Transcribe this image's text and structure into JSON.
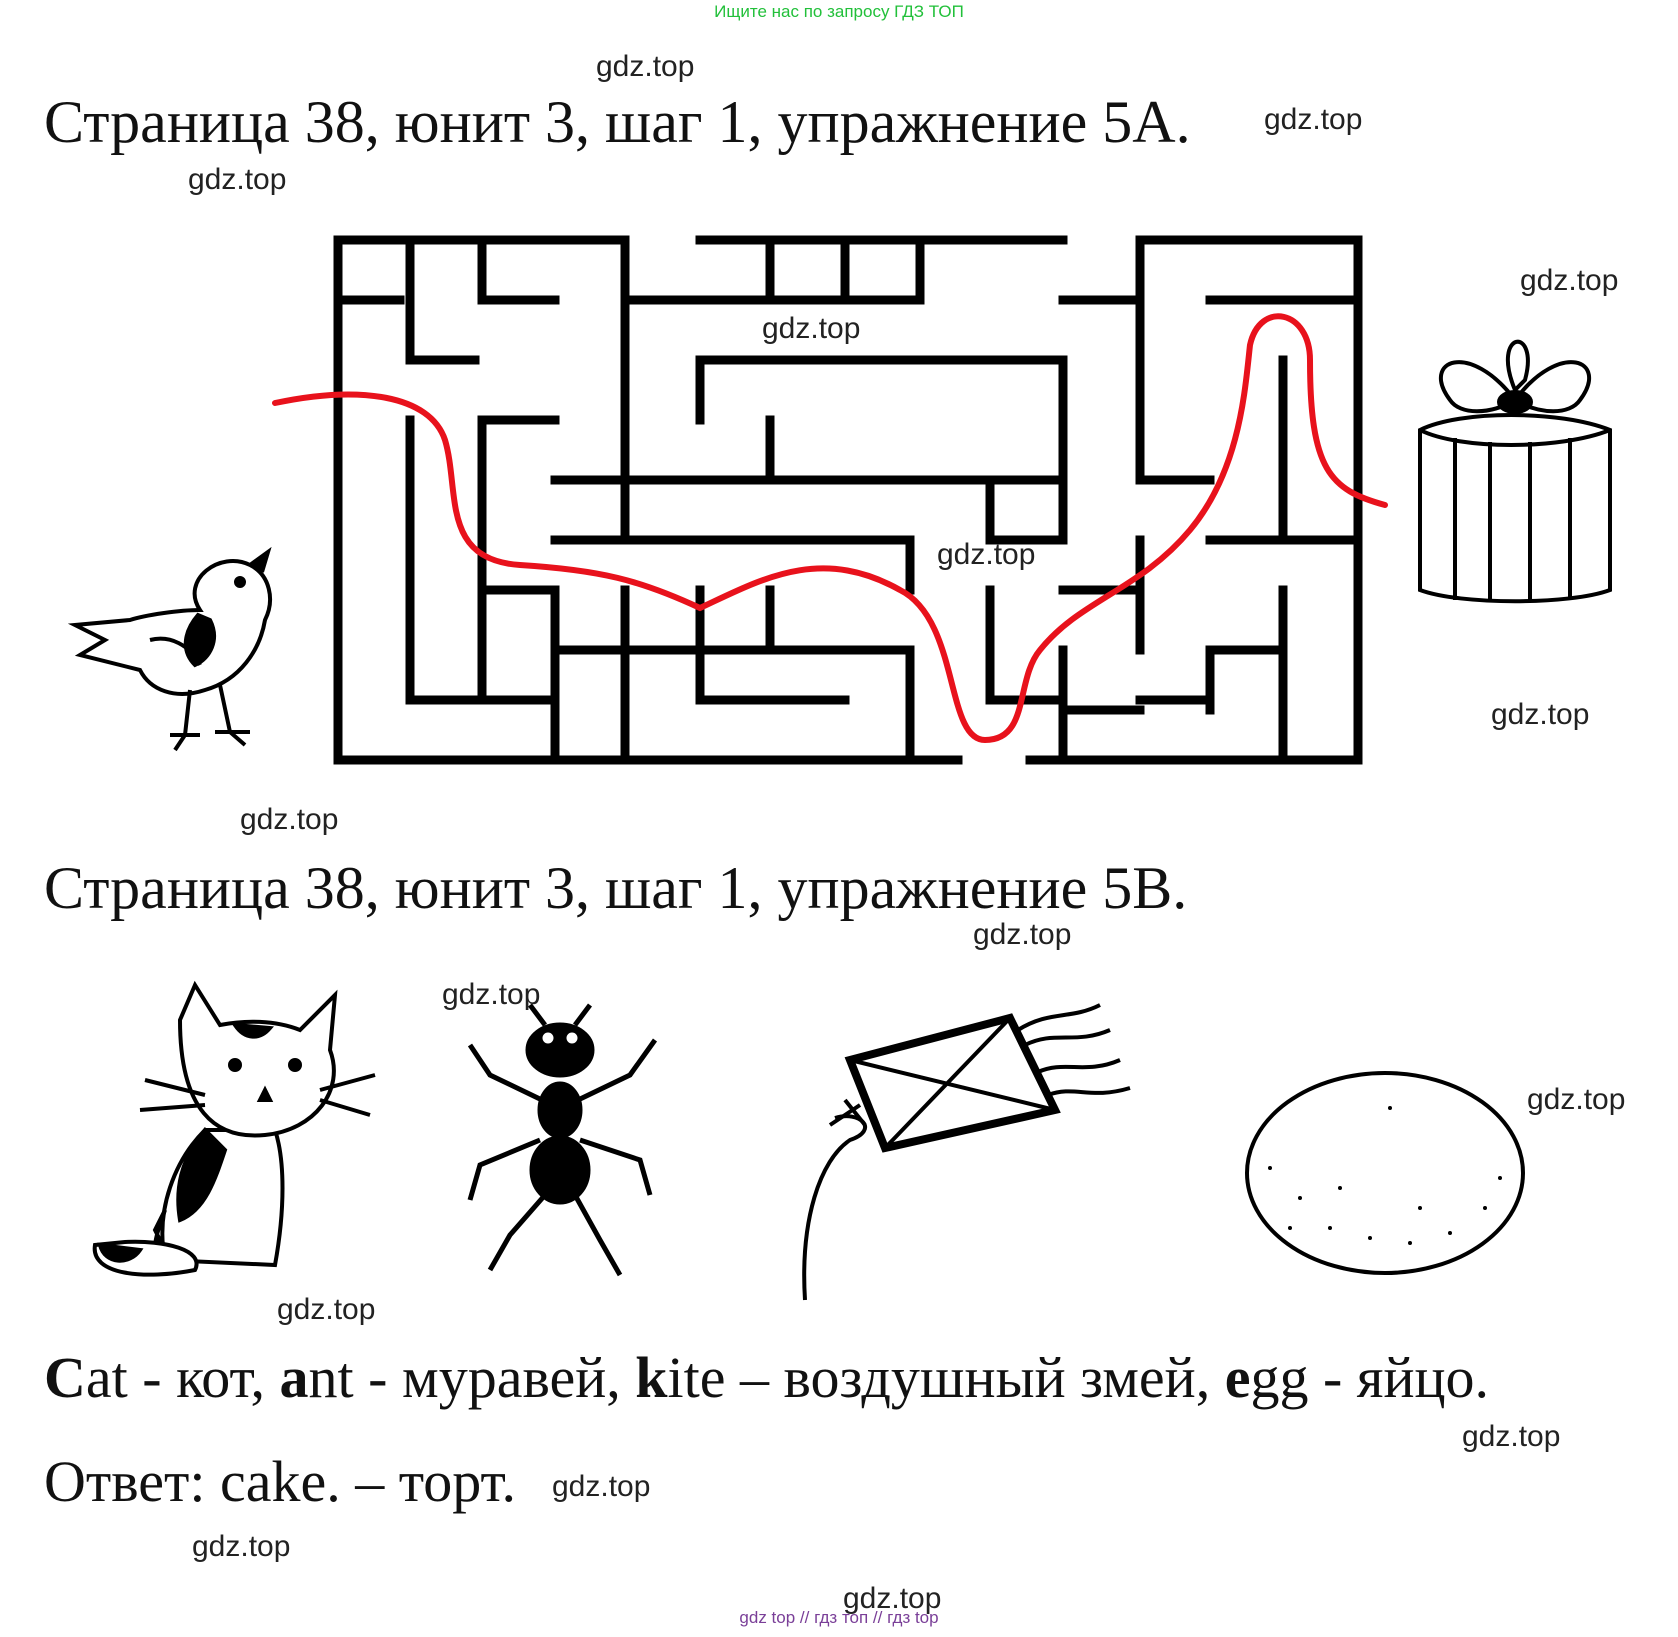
{
  "banner": "Ищите нас по запросу ГДЗ ТОП",
  "watermark": "gdz.top",
  "exercise_a": {
    "title": "Страница 38, юнит 3, шаг 1, упражнение 5A."
  },
  "exercise_b": {
    "title": "Страница 38, юнит 3, шаг 1, упражнение 5B.",
    "words": [
      {
        "first": "C",
        "rest": "at",
        "sep": " - ",
        "trans": "кот",
        "tail": ", "
      },
      {
        "first": "a",
        "rest": "nt",
        "sep": " - ",
        "trans": "муравей",
        "tail": ", "
      },
      {
        "first": "k",
        "rest": "ite",
        "sep": " – ",
        "trans": "воздушный змей",
        "tail": ", "
      },
      {
        "first": "e",
        "rest": "gg",
        "sep": " - ",
        "trans": "яйцо",
        "tail": "."
      }
    ],
    "answer": "Ответ: cake. – торт."
  },
  "footer": "gdz top  //  гдз топ  //  гдз top",
  "colors": {
    "path": "#e8121c",
    "banner": "#22c03a",
    "footer": "#7a3f98"
  }
}
